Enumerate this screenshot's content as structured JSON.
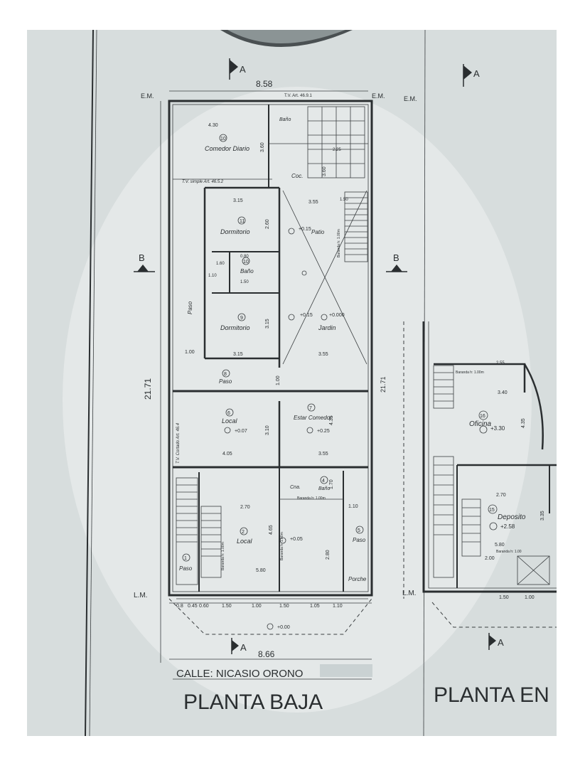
{
  "street": {
    "label": "CALLE: NICASIO ORONO"
  },
  "titles": {
    "ground": "PLANTA BAJA",
    "upper": "PLANTA EN"
  },
  "markers": {
    "em": "E.M.",
    "lm": "L.M.",
    "section_a": "A",
    "section_b": "B"
  },
  "dims": {
    "front_width": "8.58",
    "bottom_width": "8.66",
    "depth": "21.71",
    "right_depth": "21.71",
    "row_bottom": [
      "0.8",
      "0.45",
      "0.60",
      "1.50",
      "1.00",
      "1.50",
      "1.05",
      "1.10"
    ],
    "upper_bottom": [
      "1.50",
      "1.00"
    ],
    "w430": "4.30",
    "w315a": "3.15",
    "w315b": "3.15",
    "w355a": "3.55",
    "w355b": "3.55",
    "w405": "4.05",
    "w270a": "2.70",
    "w270b": "2.70",
    "w340": "3.40",
    "w580a": "5.80",
    "w580b": "5.80",
    "w100": "1.00",
    "w110": "1.10",
    "w200": "2.00",
    "w150": "1.50",
    "w255": "2.55",
    "h360a": "3.60",
    "h360b": "3.60",
    "h260": "2.60",
    "h310": "3.10",
    "h315": "3.15",
    "h435": "4.35",
    "h465": "4.65",
    "h280": "2.80",
    "h170": "1.70",
    "h335": "3.35",
    "h435u": "4.35",
    "h100": "1.00",
    "h110": "1.10",
    "h150": "1.50",
    "h160": "1.60",
    "h080": "0.80",
    "h225": "2.25"
  },
  "rooms": {
    "comedor": {
      "num": "10",
      "name": "Comedor Diario"
    },
    "cocina": {
      "num": "",
      "name": "Coc."
    },
    "bano_top": {
      "name": "Baño"
    },
    "dormitorio1": {
      "num": "11",
      "name": "Dormitorio"
    },
    "patio": {
      "name": "Patio"
    },
    "bano": {
      "num": "10",
      "name": "Baño"
    },
    "paso_side": {
      "name": "Paso"
    },
    "dormitorio2": {
      "num": "9",
      "name": "Dormitorio"
    },
    "jardin": {
      "name": "Jardin"
    },
    "paso_mid": {
      "num": "8",
      "name": "Paso"
    },
    "local_upper": {
      "num": "6",
      "name": "Local"
    },
    "estar": {
      "num": "7",
      "name": "Estar Comedor"
    },
    "local_main": {
      "num": "2",
      "name": "Local"
    },
    "cocina_small": {
      "name": "Cna."
    },
    "bano_small": {
      "num": "4",
      "name": "Baño"
    },
    "paso_right": {
      "num": "5",
      "name": "Paso"
    },
    "porche": {
      "name": "Porche"
    },
    "paso_left": {
      "num": "1",
      "name": "Paso"
    },
    "oficina": {
      "num": "16",
      "name": "Oficina"
    },
    "deposito": {
      "num": "15",
      "name": "Deposito"
    }
  },
  "levels": {
    "dorm1": "+0.15",
    "jardin_a": "+0.15",
    "jardin_b": "+0.000",
    "local_up": "+0.07",
    "estar": "+0.25",
    "local_main": "+0.05",
    "street": "+0.00",
    "oficina": "+3.30",
    "deposito": "+2.58"
  },
  "notes": {
    "tv_top": "T.V. Art. 46.9.1",
    "tv_simple": "T.V. simple Art. 46.5.2",
    "tv_vertical": "T.V. Cortado Art. 46.4",
    "baranda1": "Baranda h: 1.00m",
    "baranda2": "Baranda h: 1.00m",
    "baranda3": "Baranda h: 1.00m",
    "baranda4": "Baranda h: 1.00m",
    "baranda_up1": "Baranda h: 1.00m",
    "baranda_up2": "Baranda h: 1.00"
  }
}
